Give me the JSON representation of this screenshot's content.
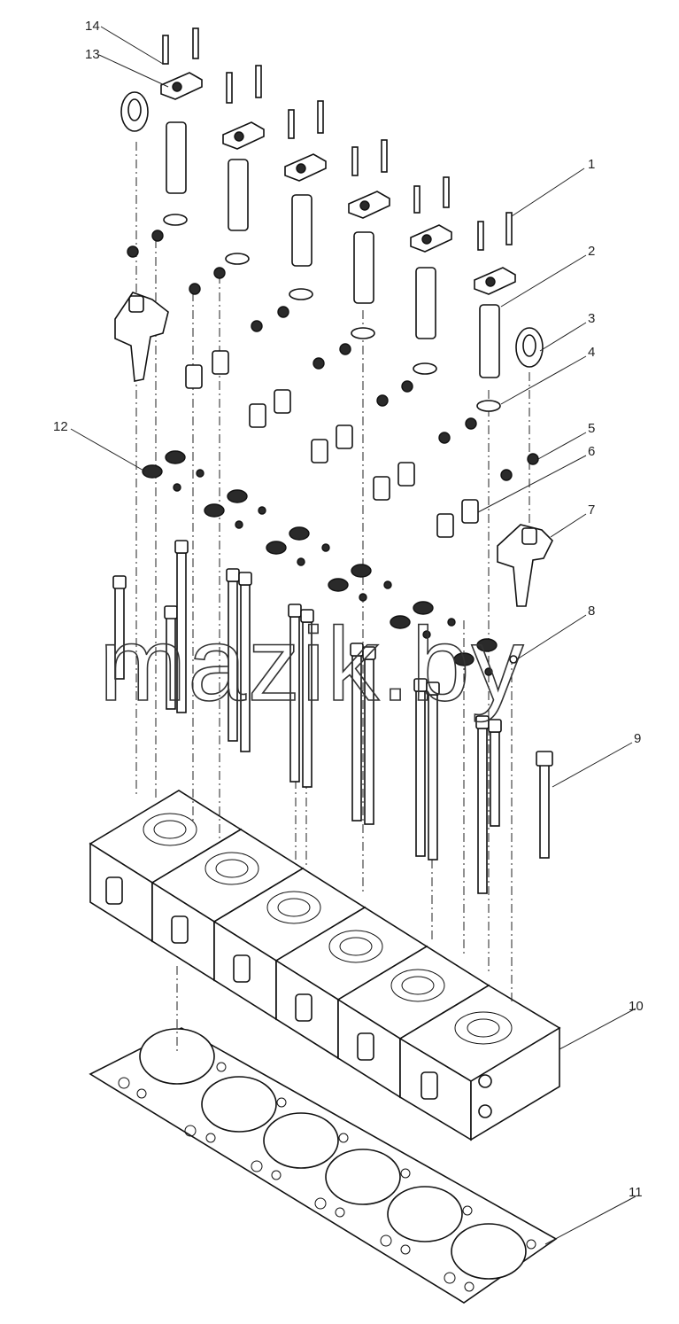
{
  "callouts": [
    "1",
    "2",
    "3",
    "4",
    "5",
    "6",
    "7",
    "8",
    "9",
    "10",
    "11",
    "12",
    "13",
    "14"
  ],
  "watermark": "mazik.by",
  "colors": {
    "line": "#111111",
    "background": "#ffffff",
    "fill_dark": "#2a2a2a"
  }
}
